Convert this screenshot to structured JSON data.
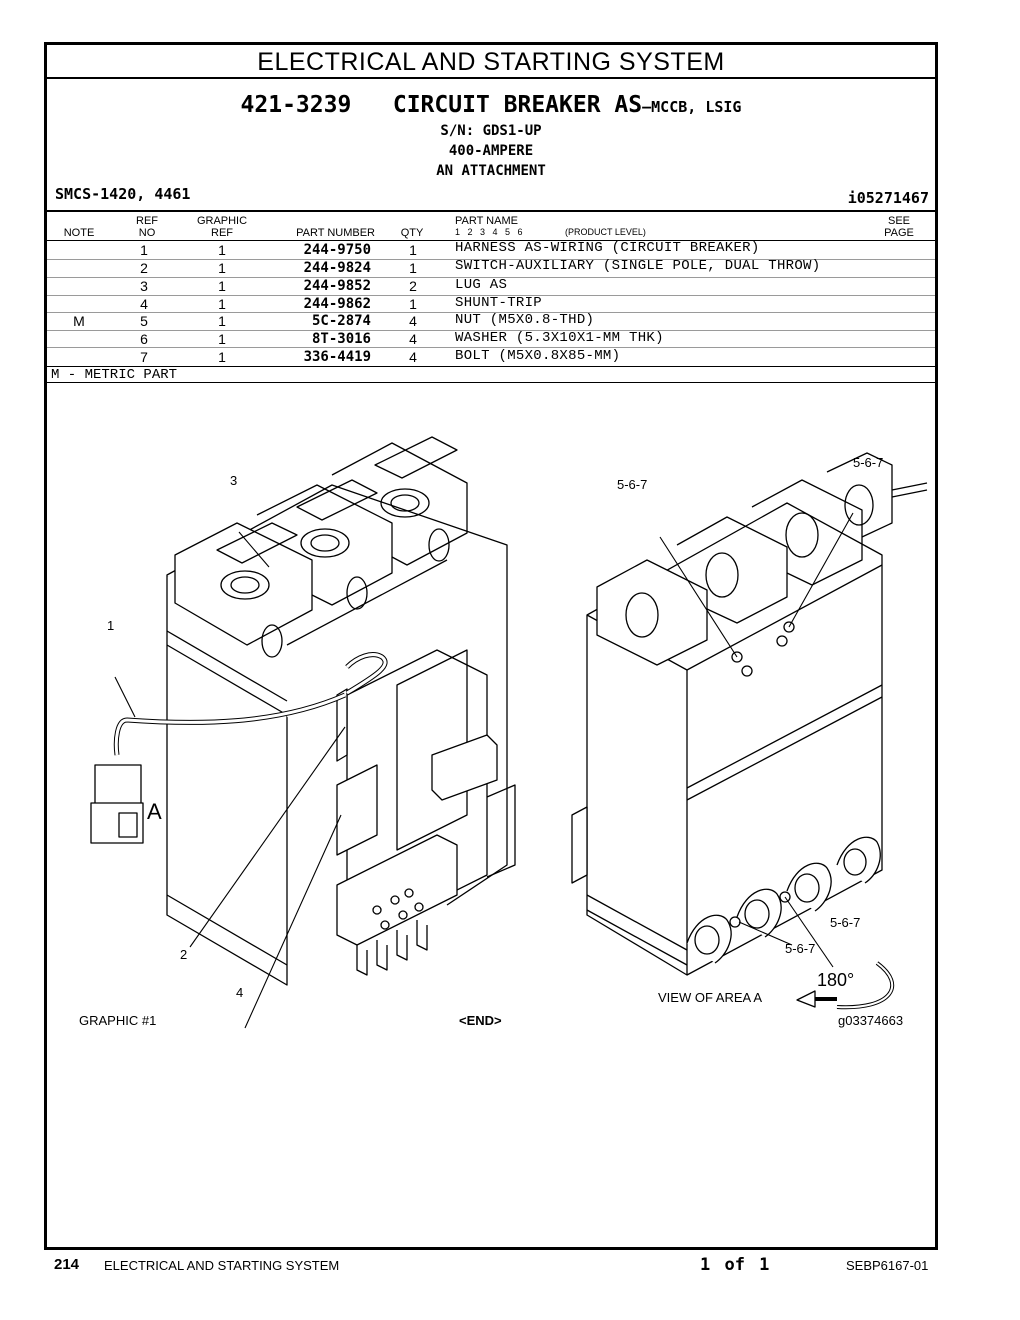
{
  "section_title": "ELECTRICAL AND STARTING SYSTEM",
  "header": {
    "part_no": "421-3239",
    "name": "CIRCUIT BREAKER AS",
    "name_tail": "—MCCB, LSIG",
    "serial": "S/N: GDS1-UP",
    "rating": "400-AMPERE",
    "attachment": "AN ATTACHMENT",
    "smcs": "SMCS-1420, 4461",
    "illustration_id": "i05271467"
  },
  "table": {
    "headers": {
      "note": "NOTE",
      "ref_top": "REF",
      "ref_bot": "NO",
      "graphic_top": "GRAPHIC",
      "graphic_bot": "REF",
      "part_number": "PART NUMBER",
      "qty": "QTY",
      "part_name": "PART NAME",
      "levels": "1 2 3 4 5 6",
      "product_level": "(PRODUCT LEVEL)",
      "see_top": "SEE",
      "see_bot": "PAGE"
    },
    "rows": [
      {
        "note": "",
        "ref": "1",
        "graphic": "1",
        "part_number": "244-9750",
        "qty": "1",
        "name": "HARNESS AS-WIRING (CIRCUIT BREAKER)"
      },
      {
        "note": "",
        "ref": "2",
        "graphic": "1",
        "part_number": "244-9824",
        "qty": "1",
        "name": "SWITCH-AUXILIARY (SINGLE POLE, DUAL THROW)"
      },
      {
        "note": "",
        "ref": "3",
        "graphic": "1",
        "part_number": "244-9852",
        "qty": "2",
        "name": "LUG AS"
      },
      {
        "note": "",
        "ref": "4",
        "graphic": "1",
        "part_number": "244-9862",
        "qty": "1",
        "name": "SHUNT-TRIP"
      },
      {
        "note": "M",
        "ref": "5",
        "graphic": "1",
        "part_number": "5C-2874",
        "qty": "4",
        "name": "NUT (M5X0.8-THD)"
      },
      {
        "note": "",
        "ref": "6",
        "graphic": "1",
        "part_number": "8T-3016",
        "qty": "4",
        "name": "WASHER (5.3X10X1-MM THK)"
      },
      {
        "note": "",
        "ref": "7",
        "graphic": "1",
        "part_number": "336-4419",
        "qty": "4",
        "name": "BOLT (M5X0.8X85-MM)"
      }
    ]
  },
  "note_text": "M - METRIC PART",
  "diagram": {
    "callouts": [
      "1",
      "2",
      "3",
      "4",
      "5-6-7",
      "5-6-7",
      "5-6-7",
      "5-6-7"
    ],
    "area_label": "A",
    "view_label": "VIEW OF AREA A",
    "rotation": "180°",
    "graphic_label": "GRAPHIC #1",
    "end_label": "<END>",
    "graphic_id": "g03374663"
  },
  "footer": {
    "page": "214",
    "section": "ELECTRICAL AND STARTING SYSTEM",
    "of": "1 of 1",
    "doc": "SEBP6167-01"
  }
}
